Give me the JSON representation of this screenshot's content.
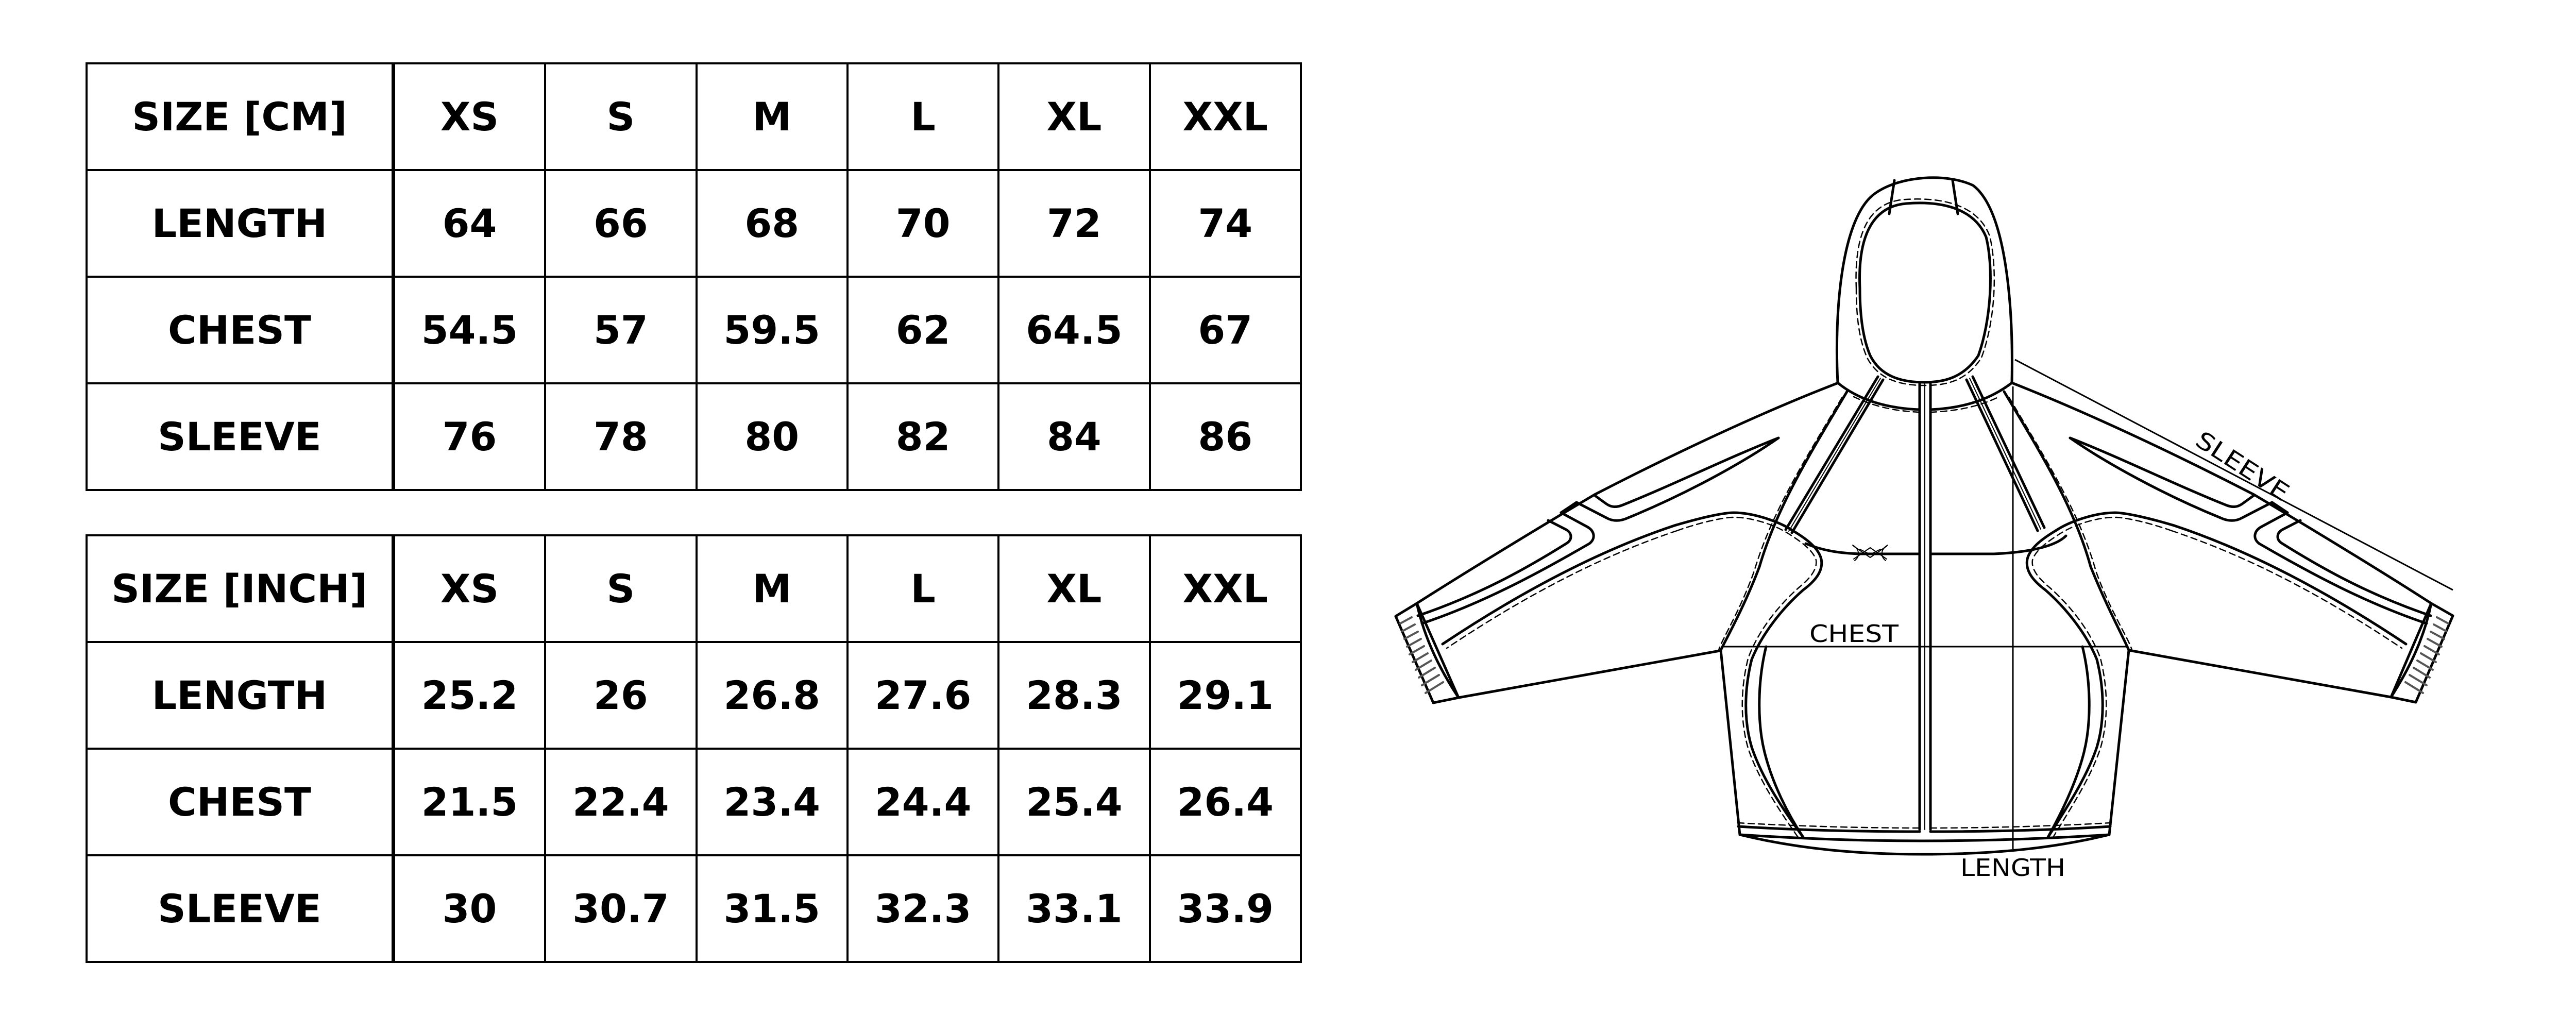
{
  "tables": {
    "cm": {
      "header": "SIZE [CM]",
      "sizes": [
        "XS",
        "S",
        "M",
        "L",
        "XL",
        "XXL"
      ],
      "rows": [
        {
          "label": "LENGTH",
          "values": [
            "64",
            "66",
            "68",
            "70",
            "72",
            "74"
          ]
        },
        {
          "label": "CHEST",
          "values": [
            "54.5",
            "57",
            "59.5",
            "62",
            "64.5",
            "67"
          ]
        },
        {
          "label": "SLEEVE",
          "values": [
            "76",
            "78",
            "80",
            "82",
            "84",
            "86"
          ]
        }
      ]
    },
    "inch": {
      "header": "SIZE [INCH]",
      "sizes": [
        "XS",
        "S",
        "M",
        "L",
        "XL",
        "XXL"
      ],
      "rows": [
        {
          "label": "LENGTH",
          "values": [
            "25.2",
            "26",
            "26.8",
            "27.6",
            "28.3",
            "29.1"
          ]
        },
        {
          "label": "CHEST",
          "values": [
            "21.5",
            "22.4",
            "23.4",
            "24.4",
            "25.4",
            "26.4"
          ]
        },
        {
          "label": "SLEEVE",
          "values": [
            "30",
            "30.7",
            "31.5",
            "32.3",
            "33.1",
            "33.9"
          ]
        }
      ]
    }
  },
  "diagram": {
    "subject": "hooded zip jacket technical flat",
    "labels": {
      "chest": "CHEST",
      "length": "LENGTH",
      "sleeve": "SLEEVE"
    },
    "icons": {
      "emblem": "chest-logo-emblem"
    },
    "colors": {
      "line": "#000000",
      "cuff_rib": "#555555",
      "background": "#ffffff"
    }
  }
}
